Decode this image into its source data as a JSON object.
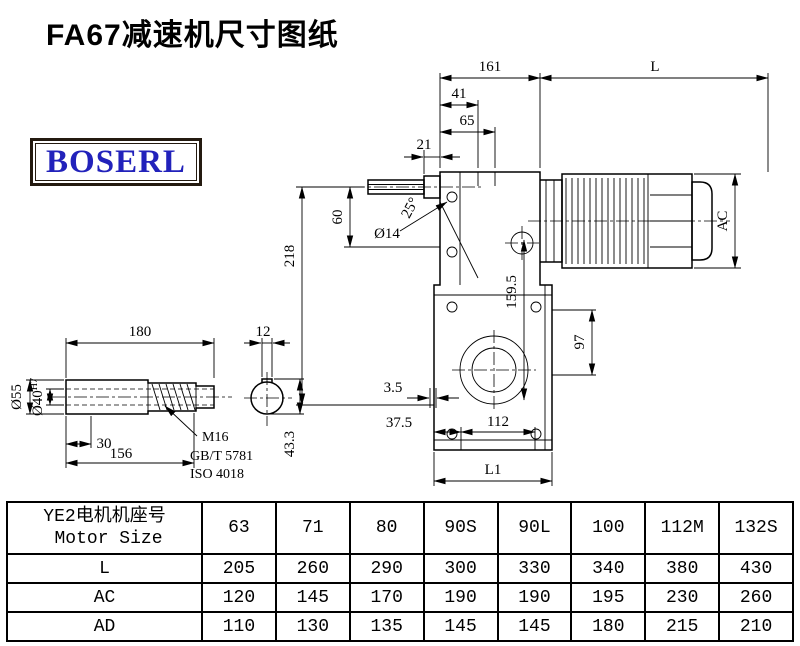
{
  "page": {
    "title": "FA67减速机尺寸图纸",
    "logo": "BOSERL"
  },
  "drawing": {
    "dims": {
      "d161": "161",
      "dL": "L",
      "d41": "41",
      "d65": "65",
      "d21": "21",
      "d60": "60",
      "d218": "218",
      "d14": "Ø14",
      "a25": "25°",
      "dAC": "AC",
      "d159": "159.5",
      "d97": "97",
      "d35": "3.5",
      "d375": "37.5",
      "d112": "112",
      "dL1": "L1"
    },
    "detail": {
      "d180": "180",
      "d30": "30",
      "d156": "156",
      "d55": "Ø55",
      "d40_base": "Ø40",
      "d40_sup": "H7",
      "m16": "M16",
      "gb": "GB/T 5781",
      "iso": "ISO 4018",
      "d12": "12",
      "d433": "43.3"
    }
  },
  "table": {
    "header_cn": "YE2电机机座号",
    "header_en": "Motor Size",
    "sizes": [
      "63",
      "71",
      "80",
      "90S",
      "90L",
      "100",
      "112M",
      "132S"
    ],
    "rows": [
      {
        "label": "L",
        "values": [
          "205",
          "260",
          "290",
          "300",
          "330",
          "340",
          "380",
          "430"
        ]
      },
      {
        "label": "AC",
        "values": [
          "120",
          "145",
          "170",
          "190",
          "190",
          "195",
          "230",
          "260"
        ]
      },
      {
        "label": "AD",
        "values": [
          "110",
          "130",
          "135",
          "145",
          "145",
          "180",
          "215",
          "210"
        ]
      }
    ]
  }
}
